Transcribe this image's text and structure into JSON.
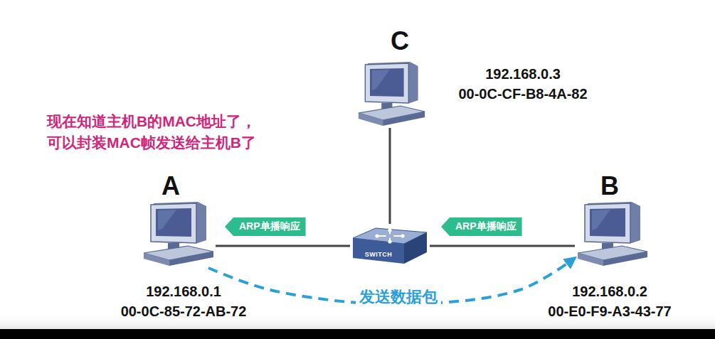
{
  "diagram": {
    "nodes": [
      {
        "text": [
          "C",
          "192.168.0.3",
          "00-0C-CF-B8-4A-82"
        ]
      },
      {
        "text": [
          "A",
          "192.168.0.1",
          "00-0C-85-72-AB-72"
        ]
      },
      {
        "text": [
          "SWITCH"
        ]
      },
      {
        "text": [
          "B",
          "192.168.0.2",
          "00-E0-F9-A3-43-77"
        ]
      }
    ],
    "edges": [
      {
        "from": 1,
        "to": 2,
        "arrow": "none"
      },
      {
        "from": 0,
        "to": 2,
        "arrow": "none"
      },
      {
        "from": 3,
        "to": 2,
        "arrow": "none"
      },
      {
        "from": 1,
        "to": 3,
        "label": "发送数据包",
        "arrow": "to"
      }
    ],
    "labels": [
      "现在知道主机B的MAC地址了， 可以封装MAC帧发送给主机B了",
      "ARP单播响应",
      "ARP单播响应"
    ]
  }
}
